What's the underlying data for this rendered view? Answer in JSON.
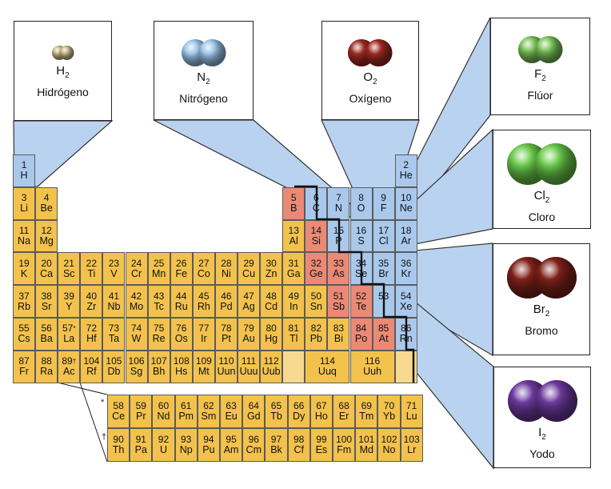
{
  "periodic_table": [
    {
      "n": "1",
      "s": "H",
      "c": 1,
      "r": 1,
      "t": "nonmetal"
    },
    {
      "n": "2",
      "s": "He",
      "c": 18,
      "r": 1,
      "t": "nonmetal"
    },
    {
      "n": "3",
      "s": "Li",
      "c": 1,
      "r": 2,
      "t": "metal"
    },
    {
      "n": "4",
      "s": "Be",
      "c": 2,
      "r": 2,
      "t": "metal"
    },
    {
      "n": "5",
      "s": "B",
      "c": 13,
      "r": 2,
      "t": "metalloid"
    },
    {
      "n": "6",
      "s": "C",
      "c": 14,
      "r": 2,
      "t": "nonmetal"
    },
    {
      "n": "7",
      "s": "N",
      "c": 15,
      "r": 2,
      "t": "nonmetal"
    },
    {
      "n": "8",
      "s": "O",
      "c": 16,
      "r": 2,
      "t": "nonmetal"
    },
    {
      "n": "9",
      "s": "F",
      "c": 17,
      "r": 2,
      "t": "nonmetal"
    },
    {
      "n": "10",
      "s": "Ne",
      "c": 18,
      "r": 2,
      "t": "nonmetal"
    },
    {
      "n": "11",
      "s": "Na",
      "c": 1,
      "r": 3,
      "t": "metal"
    },
    {
      "n": "12",
      "s": "Mg",
      "c": 2,
      "r": 3,
      "t": "metal"
    },
    {
      "n": "13",
      "s": "Al",
      "c": 13,
      "r": 3,
      "t": "metal"
    },
    {
      "n": "14",
      "s": "Si",
      "c": 14,
      "r": 3,
      "t": "metalloid"
    },
    {
      "n": "15",
      "s": "P",
      "c": 15,
      "r": 3,
      "t": "nonmetal"
    },
    {
      "n": "16",
      "s": "S",
      "c": 16,
      "r": 3,
      "t": "nonmetal"
    },
    {
      "n": "17",
      "s": "Cl",
      "c": 17,
      "r": 3,
      "t": "nonmetal"
    },
    {
      "n": "18",
      "s": "Ar",
      "c": 18,
      "r": 3,
      "t": "nonmetal"
    },
    {
      "n": "19",
      "s": "K",
      "c": 1,
      "r": 4,
      "t": "metal"
    },
    {
      "n": "20",
      "s": "Ca",
      "c": 2,
      "r": 4,
      "t": "metal"
    },
    {
      "n": "21",
      "s": "Sc",
      "c": 3,
      "r": 4,
      "t": "metal"
    },
    {
      "n": "22",
      "s": "Ti",
      "c": 4,
      "r": 4,
      "t": "metal"
    },
    {
      "n": "23",
      "s": "V",
      "c": 5,
      "r": 4,
      "t": "metal"
    },
    {
      "n": "24",
      "s": "Cr",
      "c": 6,
      "r": 4,
      "t": "metal"
    },
    {
      "n": "25",
      "s": "Mn",
      "c": 7,
      "r": 4,
      "t": "metal"
    },
    {
      "n": "26",
      "s": "Fe",
      "c": 8,
      "r": 4,
      "t": "metal"
    },
    {
      "n": "27",
      "s": "Co",
      "c": 9,
      "r": 4,
      "t": "metal"
    },
    {
      "n": "28",
      "s": "Ni",
      "c": 10,
      "r": 4,
      "t": "metal"
    },
    {
      "n": "29",
      "s": "Cu",
      "c": 11,
      "r": 4,
      "t": "metal"
    },
    {
      "n": "30",
      "s": "Zn",
      "c": 12,
      "r": 4,
      "t": "metal"
    },
    {
      "n": "31",
      "s": "Ga",
      "c": 13,
      "r": 4,
      "t": "metal"
    },
    {
      "n": "32",
      "s": "Ge",
      "c": 14,
      "r": 4,
      "t": "metalloid"
    },
    {
      "n": "33",
      "s": "As",
      "c": 15,
      "r": 4,
      "t": "metalloid"
    },
    {
      "n": "34",
      "s": "Se",
      "c": 16,
      "r": 4,
      "t": "nonmetal"
    },
    {
      "n": "35",
      "s": "Br",
      "c": 17,
      "r": 4,
      "t": "nonmetal"
    },
    {
      "n": "36",
      "s": "Kr",
      "c": 18,
      "r": 4,
      "t": "nonmetal"
    },
    {
      "n": "37",
      "s": "Rb",
      "c": 1,
      "r": 5,
      "t": "metal"
    },
    {
      "n": "38",
      "s": "Sr",
      "c": 2,
      "r": 5,
      "t": "metal"
    },
    {
      "n": "39",
      "s": "Y",
      "c": 3,
      "r": 5,
      "t": "metal"
    },
    {
      "n": "40",
      "s": "Zr",
      "c": 4,
      "r": 5,
      "t": "metal"
    },
    {
      "n": "41",
      "s": "Nb",
      "c": 5,
      "r": 5,
      "t": "metal"
    },
    {
      "n": "42",
      "s": "Mo",
      "c": 6,
      "r": 5,
      "t": "metal"
    },
    {
      "n": "43",
      "s": "Tc",
      "c": 7,
      "r": 5,
      "t": "metal"
    },
    {
      "n": "44",
      "s": "Ru",
      "c": 8,
      "r": 5,
      "t": "metal"
    },
    {
      "n": "45",
      "s": "Rh",
      "c": 9,
      "r": 5,
      "t": "metal"
    },
    {
      "n": "46",
      "s": "Pd",
      "c": 10,
      "r": 5,
      "t": "metal"
    },
    {
      "n": "47",
      "s": "Ag",
      "c": 11,
      "r": 5,
      "t": "metal"
    },
    {
      "n": "48",
      "s": "Cd",
      "c": 12,
      "r": 5,
      "t": "metal"
    },
    {
      "n": "49",
      "s": "In",
      "c": 13,
      "r": 5,
      "t": "metal"
    },
    {
      "n": "50",
      "s": "Sn",
      "c": 14,
      "r": 5,
      "t": "metal"
    },
    {
      "n": "51",
      "s": "Sb",
      "c": 15,
      "r": 5,
      "t": "metalloid"
    },
    {
      "n": "52",
      "s": "Te",
      "c": 16,
      "r": 5,
      "t": "metalloid"
    },
    {
      "n": "53",
      "s": "I",
      "c": 17,
      "r": 5,
      "t": "nonmetal"
    },
    {
      "n": "54",
      "s": "Xe",
      "c": 18,
      "r": 5,
      "t": "nonmetal"
    },
    {
      "n": "55",
      "s": "Cs",
      "c": 1,
      "r": 6,
      "t": "metal"
    },
    {
      "n": "56",
      "s": "Ba",
      "c": 2,
      "r": 6,
      "t": "metal"
    },
    {
      "n": "57",
      "s": "La",
      "c": 3,
      "r": 6,
      "t": "metal",
      "sup": "*"
    },
    {
      "n": "72",
      "s": "Hf",
      "c": 4,
      "r": 6,
      "t": "metal"
    },
    {
      "n": "73",
      "s": "Ta",
      "c": 5,
      "r": 6,
      "t": "metal"
    },
    {
      "n": "74",
      "s": "W",
      "c": 6,
      "r": 6,
      "t": "metal"
    },
    {
      "n": "75",
      "s": "Re",
      "c": 7,
      "r": 6,
      "t": "metal"
    },
    {
      "n": "76",
      "s": "Os",
      "c": 8,
      "r": 6,
      "t": "metal"
    },
    {
      "n": "77",
      "s": "Ir",
      "c": 9,
      "r": 6,
      "t": "metal"
    },
    {
      "n": "78",
      "s": "Pt",
      "c": 10,
      "r": 6,
      "t": "metal"
    },
    {
      "n": "79",
      "s": "Au",
      "c": 11,
      "r": 6,
      "t": "metal"
    },
    {
      "n": "80",
      "s": "Hg",
      "c": 12,
      "r": 6,
      "t": "metal"
    },
    {
      "n": "81",
      "s": "Tl",
      "c": 13,
      "r": 6,
      "t": "metal"
    },
    {
      "n": "82",
      "s": "Pb",
      "c": 14,
      "r": 6,
      "t": "metal"
    },
    {
      "n": "83",
      "s": "Bi",
      "c": 15,
      "r": 6,
      "t": "metal"
    },
    {
      "n": "84",
      "s": "Po",
      "c": 16,
      "r": 6,
      "t": "metalloid"
    },
    {
      "n": "85",
      "s": "At",
      "c": 17,
      "r": 6,
      "t": "metalloid"
    },
    {
      "n": "86",
      "s": "Rn",
      "c": 18,
      "r": 6,
      "t": "nonmetal"
    },
    {
      "n": "87",
      "s": "Fr",
      "c": 1,
      "r": 7,
      "t": "metal"
    },
    {
      "n": "88",
      "s": "Ra",
      "c": 2,
      "r": 7,
      "t": "metal"
    },
    {
      "n": "89",
      "s": "Ac",
      "c": 3,
      "r": 7,
      "t": "metal",
      "sup": "†"
    },
    {
      "n": "104",
      "s": "Rf",
      "c": 4,
      "r": 7,
      "t": "metal"
    },
    {
      "n": "105",
      "s": "Db",
      "c": 5,
      "r": 7,
      "t": "metal"
    },
    {
      "n": "106",
      "s": "Sg",
      "c": 6,
      "r": 7,
      "t": "metal"
    },
    {
      "n": "107",
      "s": "Bh",
      "c": 7,
      "r": 7,
      "t": "metal"
    },
    {
      "n": "108",
      "s": "Hs",
      "c": 8,
      "r": 7,
      "t": "metal"
    },
    {
      "n": "109",
      "s": "Mt",
      "c": 9,
      "r": 7,
      "t": "metal"
    },
    {
      "n": "110",
      "s": "Uun",
      "c": 10,
      "r": 7,
      "t": "metal"
    },
    {
      "n": "111",
      "s": "Uuu",
      "c": 11,
      "r": 7,
      "t": "metal"
    },
    {
      "n": "112",
      "s": "Uub",
      "c": 12,
      "r": 7,
      "t": "metal"
    },
    {
      "n": "",
      "s": "",
      "c": 13,
      "r": 7,
      "t": "empty"
    },
    {
      "n": "114",
      "s": "Uuq",
      "c": 14,
      "r": 7,
      "t": "metal",
      "span": 2
    },
    {
      "n": "116",
      "s": "Uuh",
      "c": 16,
      "r": 7,
      "t": "metal",
      "span": 2
    },
    {
      "n": "",
      "s": "",
      "c": 18,
      "r": 7,
      "t": "empty"
    }
  ],
  "lanthanides": [
    {
      "n": "58",
      "s": "Ce"
    },
    {
      "n": "59",
      "s": "Pr"
    },
    {
      "n": "60",
      "s": "Nd"
    },
    {
      "n": "61",
      "s": "Pm"
    },
    {
      "n": "62",
      "s": "Sm"
    },
    {
      "n": "63",
      "s": "Eu"
    },
    {
      "n": "64",
      "s": "Gd"
    },
    {
      "n": "65",
      "s": "Tb"
    },
    {
      "n": "66",
      "s": "Dy"
    },
    {
      "n": "67",
      "s": "Ho"
    },
    {
      "n": "68",
      "s": "Er"
    },
    {
      "n": "69",
      "s": "Tm"
    },
    {
      "n": "70",
      "s": "Yb"
    },
    {
      "n": "71",
      "s": "Lu"
    }
  ],
  "actinides": [
    {
      "n": "90",
      "s": "Th"
    },
    {
      "n": "91",
      "s": "Pa"
    },
    {
      "n": "92",
      "s": "U"
    },
    {
      "n": "93",
      "s": "Np"
    },
    {
      "n": "94",
      "s": "Pu"
    },
    {
      "n": "95",
      "s": "Am"
    },
    {
      "n": "96",
      "s": "Cm"
    },
    {
      "n": "97",
      "s": "Bk"
    },
    {
      "n": "98",
      "s": "Cf"
    },
    {
      "n": "99",
      "s": "Es"
    },
    {
      "n": "100",
      "s": "Fm"
    },
    {
      "n": "101",
      "s": "Md"
    },
    {
      "n": "102",
      "s": "No"
    },
    {
      "n": "103",
      "s": "Lr"
    }
  ],
  "series_markers": {
    "lanthanide": "*",
    "actinide": "†"
  },
  "molecules": [
    {
      "id": "hydrogen",
      "element": "H",
      "sub": "2",
      "name": "Hidrógeno",
      "color": "#c9b78a",
      "target": "1"
    },
    {
      "id": "nitrogen",
      "element": "N",
      "sub": "2",
      "name": "Nitrógeno",
      "color": "#9cc4ea",
      "target": "7"
    },
    {
      "id": "oxygen",
      "element": "O",
      "sub": "2",
      "name": "Oxígeno",
      "color": "#9e2a20",
      "target": "8"
    },
    {
      "id": "fluorine",
      "element": "F",
      "sub": "2",
      "name": "Flúor",
      "color": "#7cc55c",
      "target": "9"
    },
    {
      "id": "chlorine",
      "element": "Cl",
      "sub": "2",
      "name": "Cloro",
      "color": "#69c84a",
      "target": "17"
    },
    {
      "id": "bromine",
      "element": "Br",
      "sub": "2",
      "name": "Bromo",
      "color": "#7e2118",
      "target": "35"
    },
    {
      "id": "iodine",
      "element": "I",
      "sub": "2",
      "name": "Yodo",
      "color": "#6c3a9e",
      "target": "53"
    }
  ],
  "colors": {
    "metal": "#f2c24d",
    "nonmetal": "#a9c8ec",
    "metalloid": "#ea8a76",
    "beam": "#b9d2ef"
  }
}
